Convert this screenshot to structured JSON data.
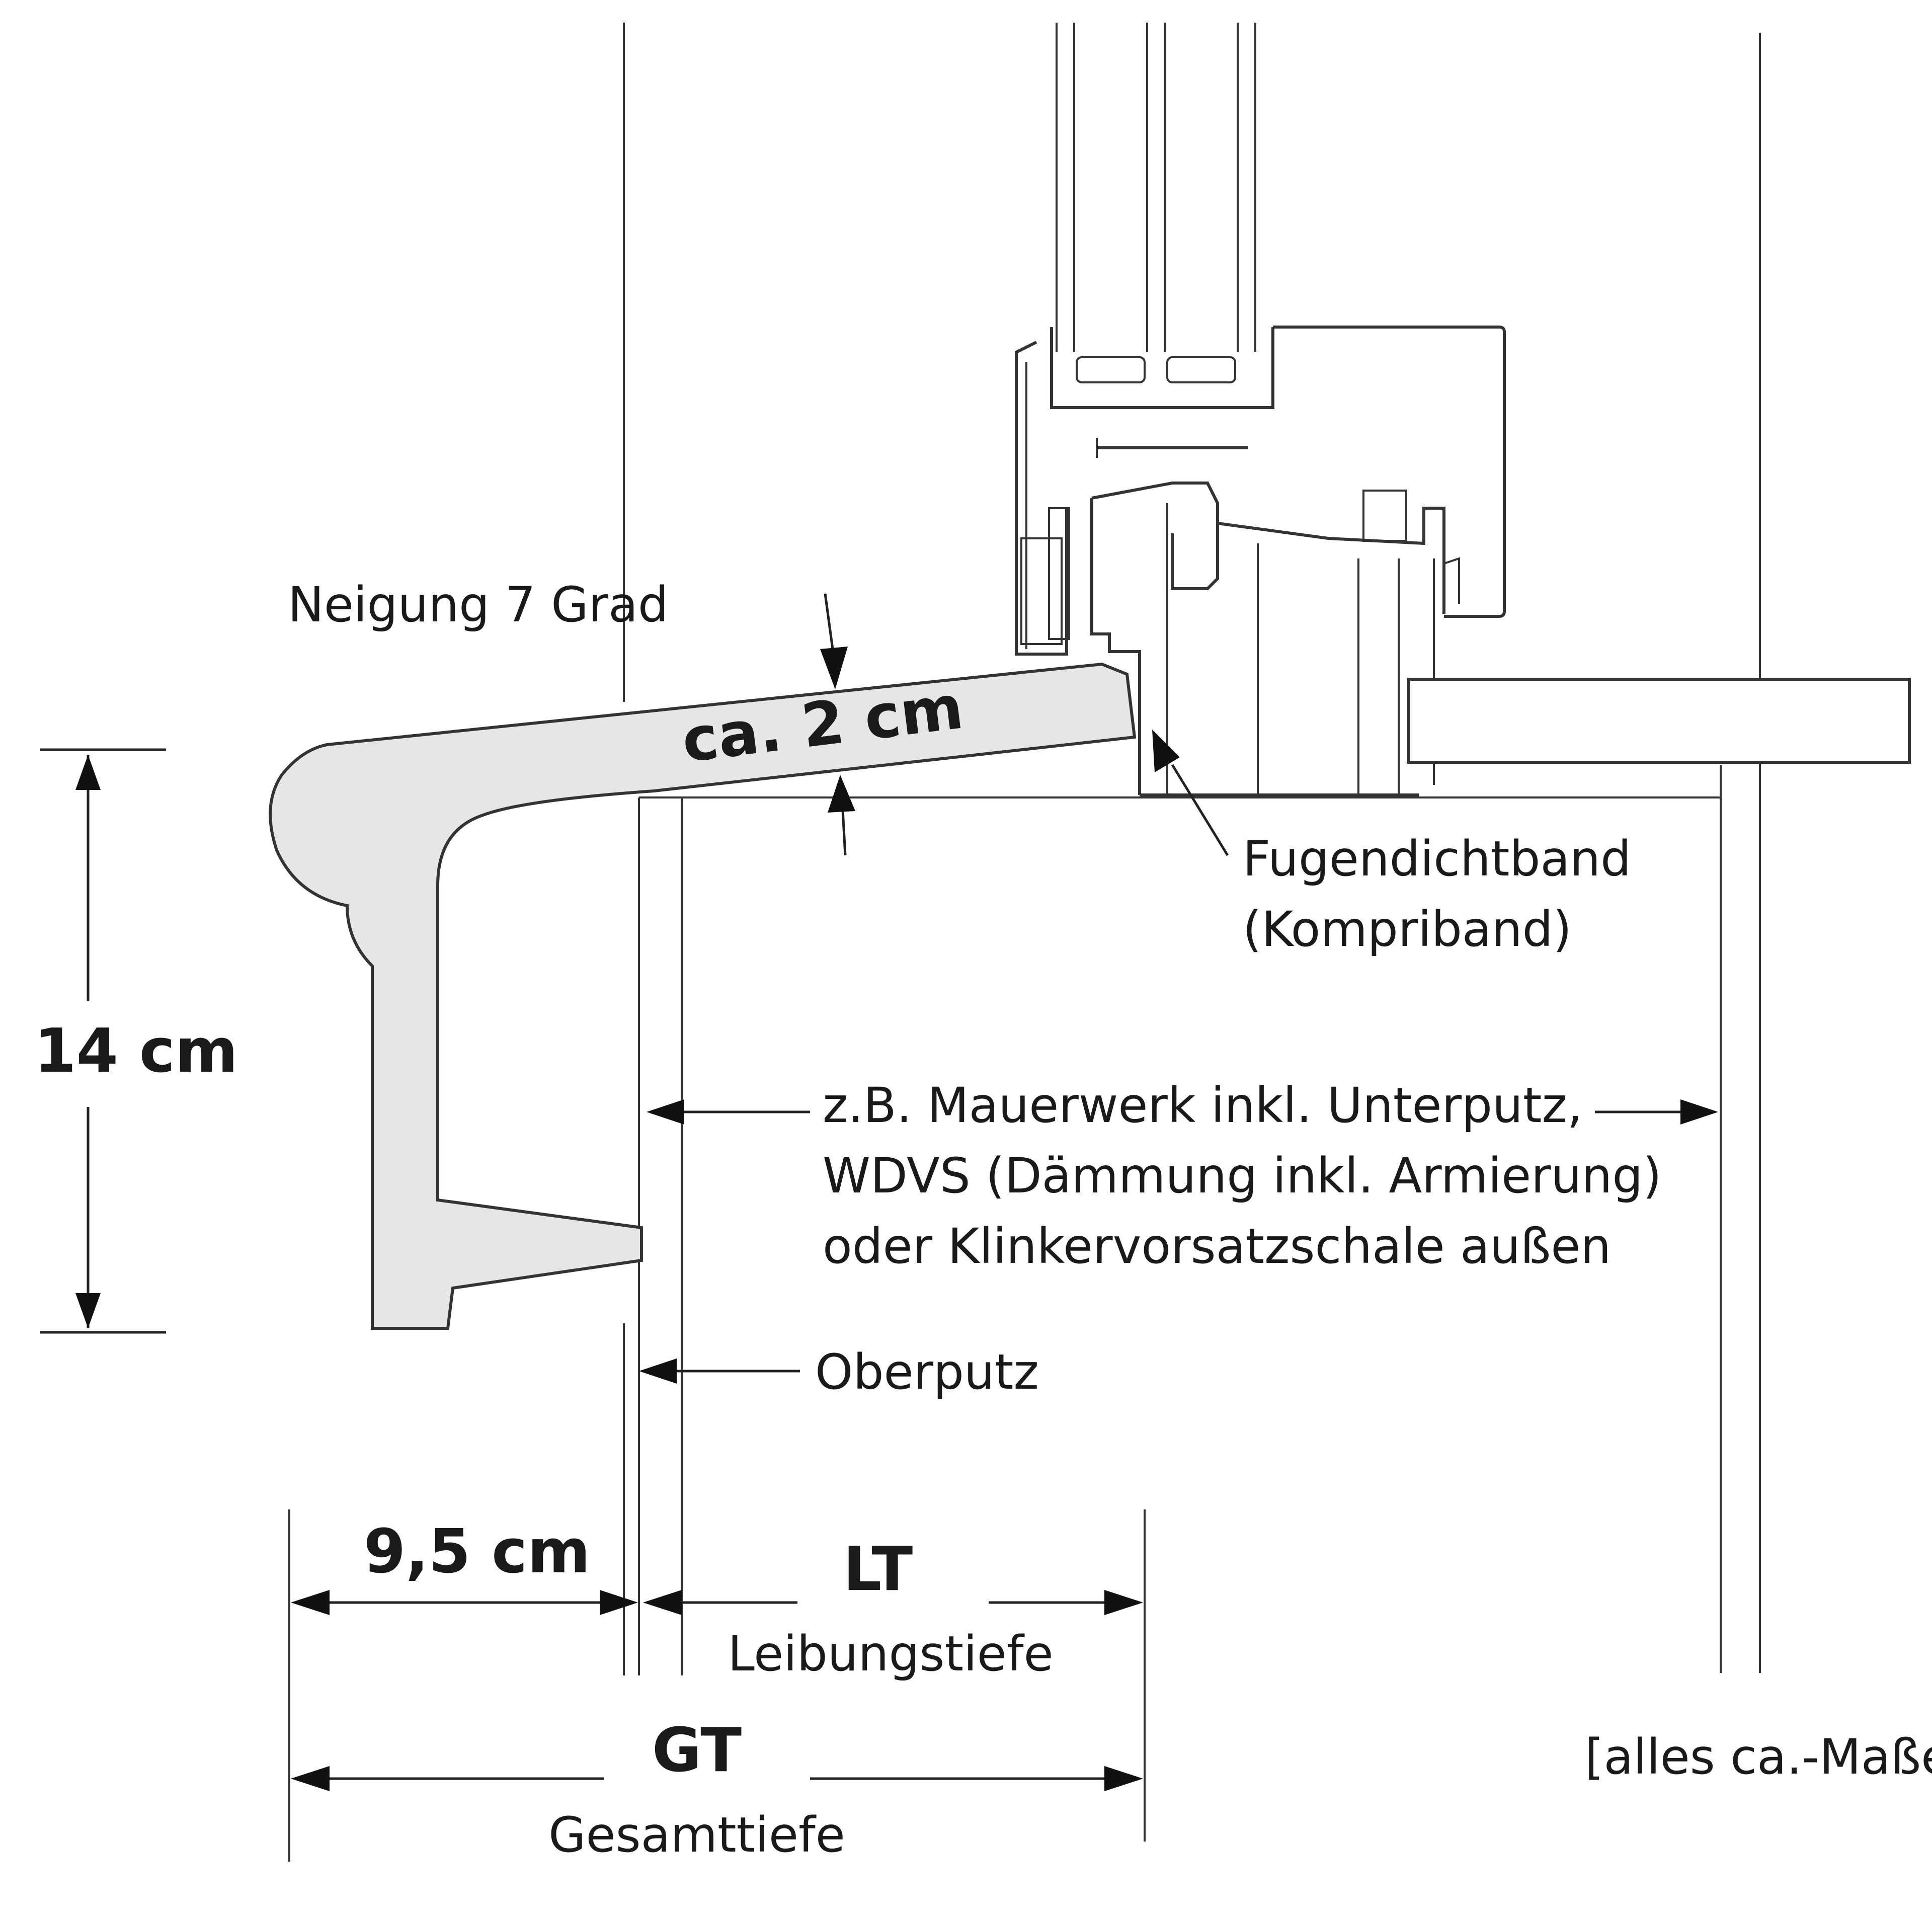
{
  "labels": {
    "slope": "Neigung 7 Grad",
    "thickness": "ca. 2 cm",
    "height": "14 cm",
    "seal_line1": "Fugendichtband",
    "seal_line2": "(Kompriband)",
    "wall_line1": "z.B. Mauerwerk inkl. Unterputz,",
    "wall_line2": "WDVS (Dämmung inkl. Armierung)",
    "wall_line3": "oder Klinkervorsatzschale außen",
    "oberputz": "Oberputz",
    "overhang": "9,5 cm",
    "lt": "LT",
    "lt_full": "Leibungstiefe",
    "gt": "GT",
    "gt_full": "Gesamttiefe",
    "note": "[alles ca.-Maße]"
  },
  "colors": {
    "sill_fill": "#e6e6e6",
    "line": "#333333",
    "background": "#ffffff"
  }
}
